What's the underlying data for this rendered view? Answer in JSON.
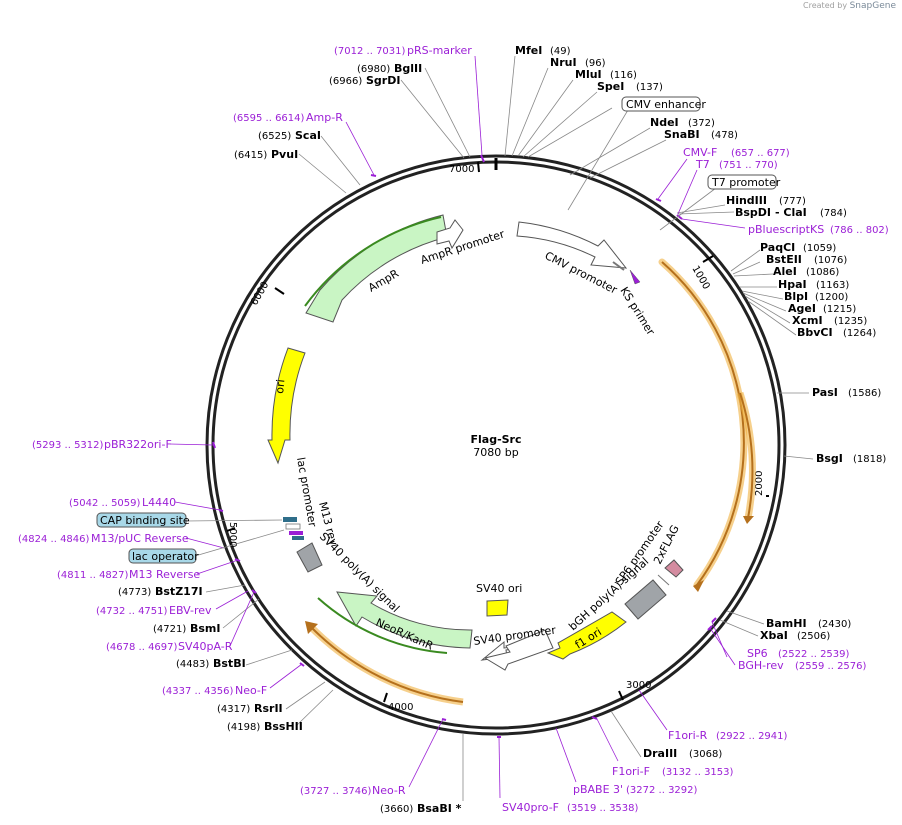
{
  "brand": {
    "prefix": "Created by",
    "name": "SnapGene"
  },
  "plasmid": {
    "name": "Flag-Src",
    "length_label": "7080 bp",
    "length": 7080
  },
  "ticks": [
    "1000",
    "2000",
    "3000",
    "4000",
    "5000",
    "6000",
    "7000"
  ],
  "restriction_sites": [
    {
      "name": "MfeI",
      "pos": "(49)"
    },
    {
      "name": "NruI",
      "pos": "(96)"
    },
    {
      "name": "MluI",
      "pos": "(116)"
    },
    {
      "name": "SpeI",
      "pos": "(137)"
    },
    {
      "name": "NdeI",
      "pos": "(372)"
    },
    {
      "name": "SnaBI",
      "pos": "(478)"
    },
    {
      "name": "HindIII",
      "pos": "(777)"
    },
    {
      "name": "BspDI",
      "pos": ""
    },
    {
      "name": "- ClaI",
      "pos": "(784)"
    },
    {
      "name": "PaqCI",
      "pos": "(1059)"
    },
    {
      "name": "BstEII",
      "pos": "(1076)"
    },
    {
      "name": "AleI",
      "pos": "(1086)"
    },
    {
      "name": "HpaI",
      "pos": "(1163)"
    },
    {
      "name": "BlpI",
      "pos": "(1200)"
    },
    {
      "name": "AgeI",
      "pos": "(1215)"
    },
    {
      "name": "XcmI",
      "pos": "(1235)"
    },
    {
      "name": "BbvCI",
      "pos": "(1264)"
    },
    {
      "name": "PasI",
      "pos": "(1586)"
    },
    {
      "name": "BsgI",
      "pos": "(1818)"
    },
    {
      "name": "BamHI",
      "pos": "(2430)"
    },
    {
      "name": "XbaI",
      "pos": "(2506)"
    },
    {
      "name": "DraIII",
      "pos": "(3068)"
    },
    {
      "name": "BsaBI *",
      "pos": "(3660)"
    },
    {
      "name": "BssHII",
      "pos": "(4198)"
    },
    {
      "name": "RsrII",
      "pos": "(4317)"
    },
    {
      "name": "BstBI",
      "pos": "(4483)"
    },
    {
      "name": "BsmI",
      "pos": "(4721)"
    },
    {
      "name": "BstZ17I",
      "pos": "(4773)"
    },
    {
      "name": "PvuI",
      "pos": "(6415)"
    },
    {
      "name": "ScaI",
      "pos": "(6525)"
    },
    {
      "name": "SgrDI",
      "pos": "(6966)"
    },
    {
      "name": "BglII",
      "pos": "(6980)"
    }
  ],
  "primers": [
    {
      "name": "pRS-marker",
      "pos": "(7012 .. 7031)"
    },
    {
      "name": "Amp-R",
      "pos": "(6595 .. 6614)"
    },
    {
      "name": "CMV-F",
      "pos": "(657 .. 677)"
    },
    {
      "name": "T7",
      "pos": "(751 .. 770)"
    },
    {
      "name": "pBluescriptKS",
      "pos": "(786 .. 802)"
    },
    {
      "name": "SP6",
      "pos": "(2522 .. 2539)"
    },
    {
      "name": "BGH-rev",
      "pos": "(2559 .. 2576)"
    },
    {
      "name": "F1ori-R",
      "pos": "(2922 .. 2941)"
    },
    {
      "name": "F1ori-F",
      "pos": "(3132 .. 3153)"
    },
    {
      "name": "pBABE 3'",
      "pos": "(3272 .. 3292)"
    },
    {
      "name": "SV40pro-F",
      "pos": "(3519 .. 3538)"
    },
    {
      "name": "Neo-R",
      "pos": "(3727 .. 3746)"
    },
    {
      "name": "Neo-F",
      "pos": "(4337 .. 4356)"
    },
    {
      "name": "SV40pA-R",
      "pos": "(4678 .. 4697)"
    },
    {
      "name": "EBV-rev",
      "pos": "(4732 .. 4751)"
    },
    {
      "name": "M13 Reverse",
      "pos": "(4811 .. 4827)"
    },
    {
      "name": "M13/pUC Reverse",
      "pos": "(4824 .. 4846)"
    },
    {
      "name": "L4440",
      "pos": "(5042 .. 5059)"
    },
    {
      "name": "pBR322ori-F",
      "pos": "(5293 .. 5312)"
    }
  ],
  "boxed_labels": [
    "CMV enhancer",
    "T7 promoter",
    "CAP binding site",
    "lac operator"
  ],
  "features": [
    {
      "name": "CMV promoter"
    },
    {
      "name": "KS primer"
    },
    {
      "name": "AmpR promoter"
    },
    {
      "name": "AmpR"
    },
    {
      "name": "ori"
    },
    {
      "name": "lac promoter"
    },
    {
      "name": "M13 rev"
    },
    {
      "name": "SV40 poly(A) signal"
    },
    {
      "name": "NeoR/KanR"
    },
    {
      "name": "SV40 promoter"
    },
    {
      "name": "SV40 ori"
    },
    {
      "name": "f1 ori"
    },
    {
      "name": "bGH poly(A) signal"
    },
    {
      "name": "SP6 promoter"
    },
    {
      "name": "2xFLAG"
    }
  ],
  "colors": {
    "primer": "#9b1fd6",
    "amp": "#c9f5c4",
    "ori": "#ffff00",
    "orf_outline": "#f0b040",
    "cap_box": "#a8d8e8",
    "gray_feature": "#a0a4a8"
  }
}
